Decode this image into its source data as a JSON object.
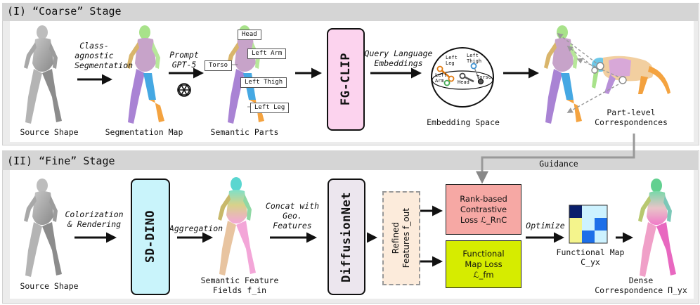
{
  "stage1": {
    "title": "(I) “Coarse” Stage",
    "source_caption": "Source Shape",
    "segmentation_caption": "Segmentation Map",
    "semantic_caption": "Semantic Parts",
    "class_agnostic_label": "Class-agnostic Segmentation",
    "class_agnostic_line1": "Class-",
    "class_agnostic_line2": "agnostic",
    "class_agnostic_line3": "Segmentation",
    "prompt_line1": "Prompt",
    "prompt_line2": "GPT-5",
    "part_labels": [
      "Head",
      "Left Arm",
      "Torso",
      "Left Thigh",
      "Left Leg"
    ],
    "fgclip_label": "FG-CLIP",
    "query_line1": "Query Language",
    "query_line2": "Embeddings",
    "sphere_labels": [
      "Left Leg",
      "Left Thigh",
      "Left Arm",
      "Head",
      "Torso"
    ],
    "embedding_caption": "Embedding Space",
    "correspondence_line1": "Part-level",
    "correspondence_line2": "Correspondences",
    "openai_icon": "openai-logo-icon"
  },
  "stage2": {
    "title": "(II) “Fine” Stage",
    "guidance_label": "Guidance",
    "source_caption": "Source Shape",
    "colorization_line1": "Colorization",
    "colorization_line2": "& Rendering",
    "sddino_label": "SD-DINO",
    "aggregation_label": "Aggregation",
    "feature_line1": "Semantic Feature",
    "feature_line2": "Fields f_in",
    "concat_line1": "Concat with",
    "concat_line2": "Geo.",
    "concat_line3": "Features",
    "diffusionnet_label": "DiffusionNet",
    "refined_line1": "Refined",
    "refined_line2": "Features f_out",
    "rank_line1": "Rank-based",
    "rank_line2": "Contrastive",
    "rank_line3": "Loss ℒ_RnC",
    "fmap_loss_line1": "Functional",
    "fmap_loss_line2": "Map Loss",
    "fmap_loss_line3": "ℒ_fm",
    "optimize_label": "Optimize",
    "fmap_caption_line1": "Functional Map",
    "fmap_caption_line2": "C_yx",
    "dense_line1": "Dense",
    "dense_line2": "Correspondence Π_yx"
  },
  "colors": {
    "panel_bg": "#ececec",
    "panel_header": "#d5d5d5",
    "fgclip_fill": "#fcd3ee",
    "sddino_fill": "#c9f4fb",
    "diffusionnet_fill": "#ece6ee",
    "refined_fill": "#fcebdb",
    "rank_fill": "#f6a8a4",
    "fmap_loss_fill": "#d6ec00"
  },
  "fmap_matrix_colors": [
    [
      "#0a1f6b",
      "#cdf2ff",
      "#cdf2ff"
    ],
    [
      "#f4f48c",
      "#cdf2ff",
      "#1e6fe8"
    ],
    [
      "#f4f48c",
      "#1e6fe8",
      "#cdf2ff"
    ]
  ]
}
